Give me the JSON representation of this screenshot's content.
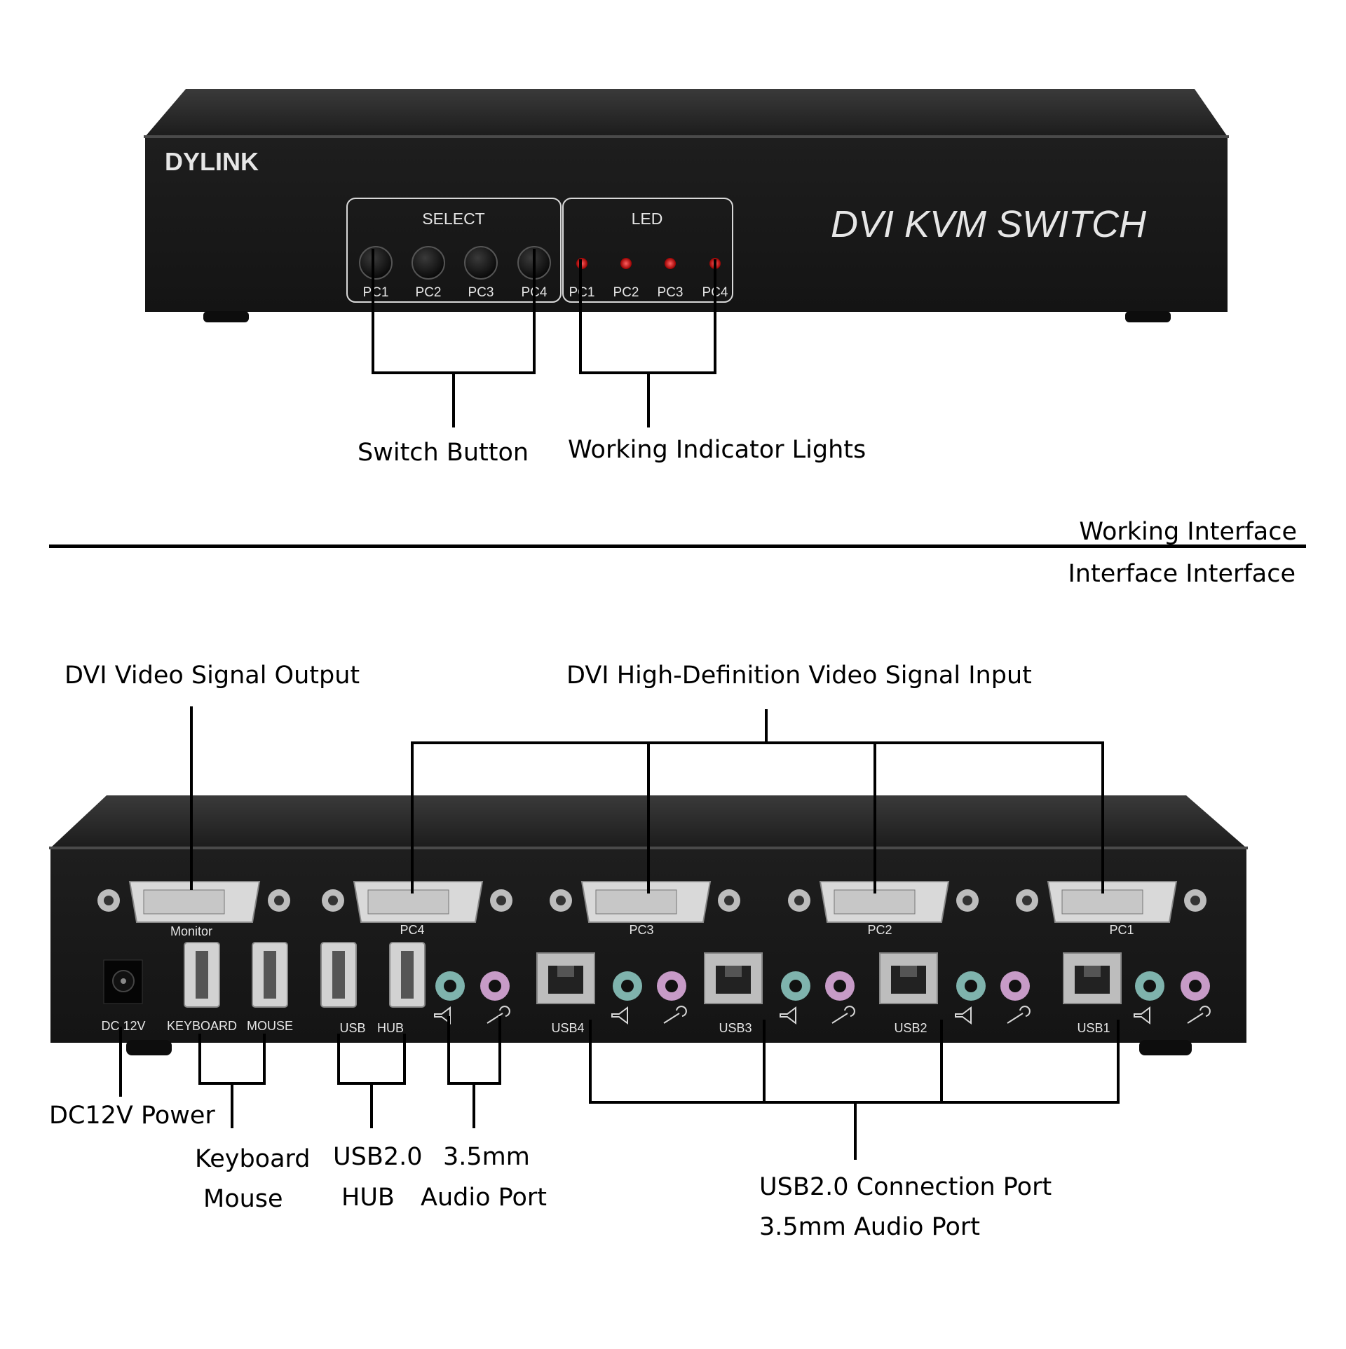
{
  "front": {
    "brand": "DYLINK",
    "product": "DVI KVM SWITCH",
    "select_label": "SELECT",
    "led_label": "LED",
    "ports": [
      "PC1",
      "PC2",
      "PC3",
      "PC4"
    ]
  },
  "callouts": {
    "switch_button": "Switch Button",
    "indicator_lights": "Working Indicator Lights",
    "working_interface": "Working Interface",
    "interface_interface": "Interface Interface",
    "dvi_output": "DVI Video Signal Output",
    "dvi_input": "DVI High-Definition Video Signal Input",
    "dc_power": "DC12V Power",
    "keyboard_mouse": [
      "Keyboard",
      "Mouse"
    ],
    "usb_hub": [
      "USB2.0",
      "HUB"
    ],
    "audio_port": [
      "3.5mm",
      "Audio Port"
    ],
    "usb_connection": [
      "USB2.0 Connection Port",
      "3.5mm Audio Port"
    ]
  },
  "back": {
    "dvi_labels": [
      "Monitor",
      "PC4",
      "PC3",
      "PC2",
      "PC1"
    ],
    "dc_label": "DC 12V",
    "keyboard_label": "KEYBOARD",
    "mouse_label": "MOUSE",
    "usb_label": "USB",
    "hub_label": "HUB",
    "usb_ports": [
      "USB4",
      "USB3",
      "USB2",
      "USB1"
    ]
  },
  "colors": {
    "device_body": "#1a1a1a",
    "led_red": "#e01010",
    "dvi_metal": "#d9d9d9",
    "audio_green": "#7fb3ad",
    "audio_pink": "#c79bc7"
  }
}
